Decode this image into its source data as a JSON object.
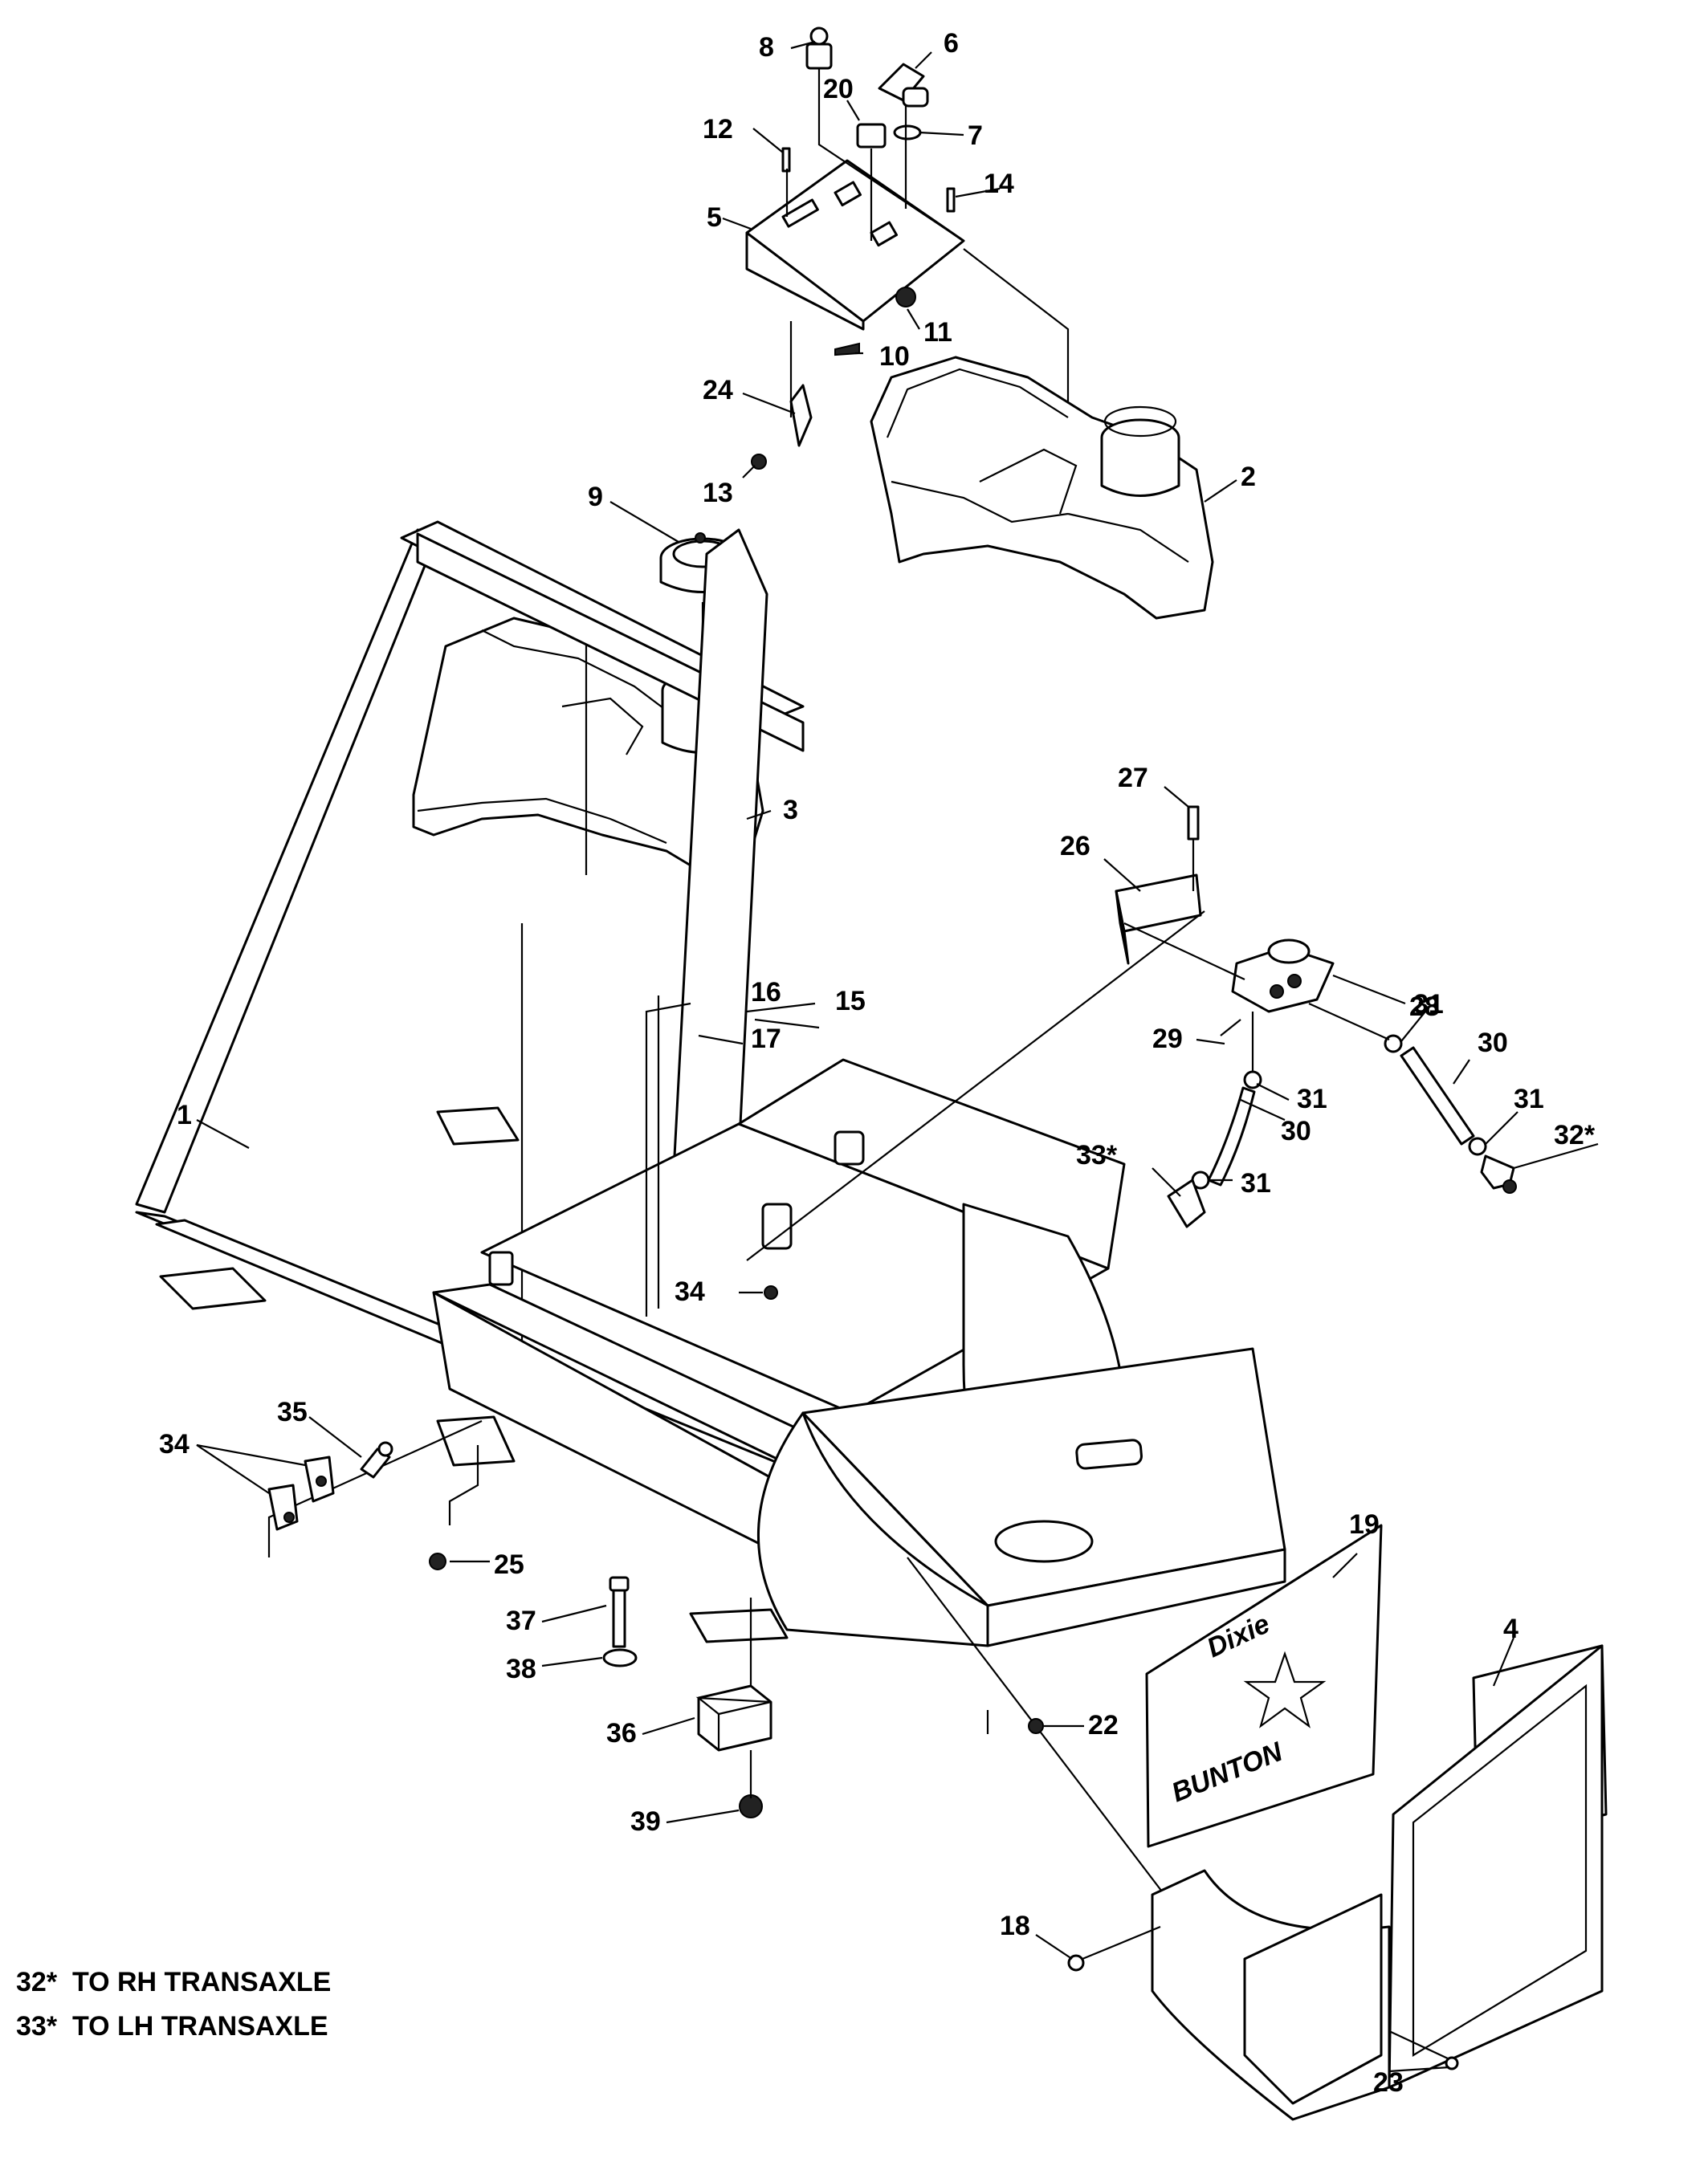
{
  "part_labels": {
    "p1": "1",
    "p2": "2",
    "p3": "3",
    "p4": "4",
    "p5": "5",
    "p6": "6",
    "p7": "7",
    "p8": "8",
    "p9": "9",
    "p10": "10",
    "p11": "11",
    "p12": "12",
    "p13": "13",
    "p14": "14",
    "p15": "15",
    "p16": "16",
    "p17": "17",
    "p18": "18",
    "p19": "19",
    "p20": "20",
    "p22": "22",
    "p23": "23",
    "p24": "24",
    "p25": "25",
    "p26": "26",
    "p27": "27",
    "p28": "28",
    "p29": "29",
    "p30a": "30",
    "p30b": "30",
    "p31a": "31",
    "p31b": "31",
    "p31c": "31",
    "p31d": "31",
    "p32": "32*",
    "p33": "33*",
    "p34a": "34",
    "p34b": "34",
    "p35": "35",
    "p36": "36",
    "p37": "37",
    "p38": "38",
    "p39": "39"
  },
  "plate_logo_lines": [
    "Dixie",
    "BUNTON"
  ],
  "footnotes": {
    "n32": "32*  TO RH TRANSAXLE",
    "n33": "33*  TO LH TRANSAXLE"
  }
}
